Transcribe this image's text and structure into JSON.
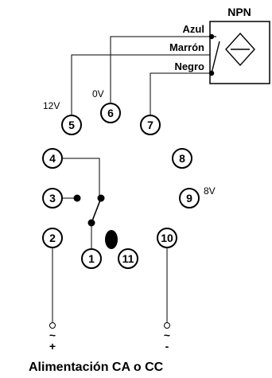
{
  "sensor": {
    "type_label": "NPN",
    "wires": [
      {
        "id": "azul",
        "label": "Azul"
      },
      {
        "id": "marron",
        "label": "Marrón"
      },
      {
        "id": "negro",
        "label": "Negro"
      }
    ]
  },
  "voltages": {
    "pin5": "12V",
    "pin6": "0V",
    "pin9": "8V"
  },
  "pins": [
    "1",
    "2",
    "3",
    "4",
    "5",
    "6",
    "7",
    "8",
    "9",
    "10",
    "11"
  ],
  "supply": {
    "left_symbol": "~",
    "left_sign": "+",
    "right_symbol": "~",
    "right_sign": "-"
  },
  "caption": "Alimentación CA o CC",
  "colors": {
    "stroke": "#000000",
    "background": "#ffffff"
  }
}
